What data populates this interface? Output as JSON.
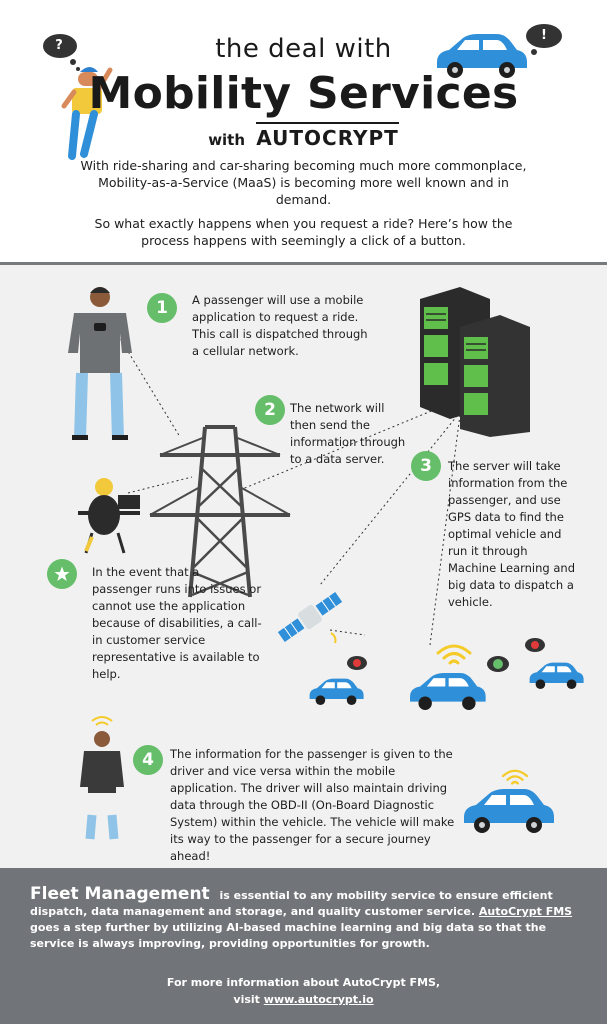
{
  "header": {
    "title_line1": "the deal with",
    "title_line2": "Mobility Services",
    "with_label": "with",
    "brand": "AUTOCRYPT",
    "intro_p1": "With ride-sharing and car-sharing becoming much more commonplace, Mobility-as-a-Service (MaaS) is becoming more well known and in demand.",
    "intro_p2": "So what exactly happens when you request a ride? Here’s how the process happens with seemingly a click of a button.",
    "bubble_left": "?",
    "bubble_right": "!"
  },
  "steps": [
    {
      "num": "1",
      "text": "A passenger will use a mobile application to request a ride. This call is dispatched through a cellular network."
    },
    {
      "num": "2",
      "text": "The network will then send the information through to a data server."
    },
    {
      "num": "3",
      "text": "The server will take information from the passenger, and use GPS data to find the optimal vehicle and run it through Machine Learning and big data to dispatch a vehicle."
    },
    {
      "num": "4",
      "text": "The information for the passenger is given to the driver and vice versa within the mobile application. The driver will also maintain driving data through the OBD-II (On-Board Diagnostic System) within the vehicle. The vehicle will make its way to the passenger for a secure journey ahead!"
    }
  ],
  "star_step": {
    "icon": "star-icon",
    "text": "In the event that a passenger runs into issues or cannot use the application because of disabilities, a call-in customer service representative is available to help."
  },
  "footer": {
    "fm_title": "Fleet Management",
    "fm_body1": "is essential to any mobility service to ensure efficient dispatch, data management and storage, and quality customer service.",
    "fm_link": "AutoCrypt FMS",
    "fm_body2": "goes a step further by utilizing AI-based machine learning and big data so that the service is always improving, providing opportunities for growth.",
    "more_line1": "For more information about AutoCrypt FMS,",
    "more_prefix": "visit",
    "more_url": "www.autocrypt.io"
  },
  "colors": {
    "green": "#66bd6a",
    "car_blue": "#2f8fd8",
    "footer_gray": "#717478",
    "panel_bg": "#f1f1f1",
    "server_dark": "#2b2b2b",
    "alert_red": "#e03a3a",
    "wifi_yellow": "#f5cb2a"
  }
}
